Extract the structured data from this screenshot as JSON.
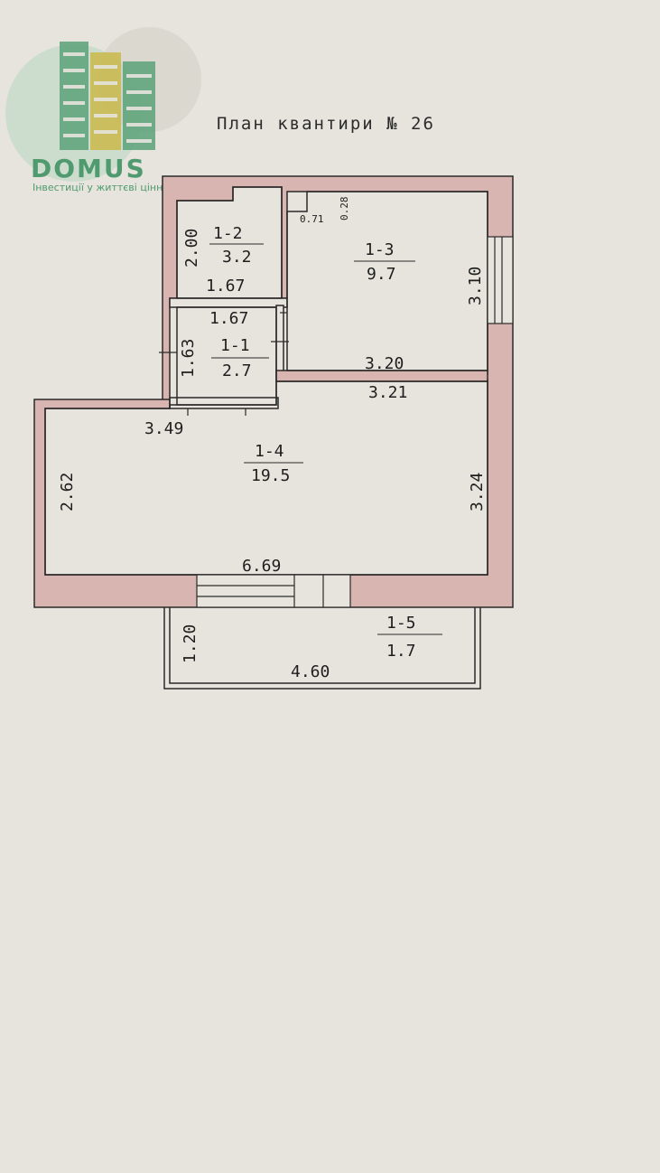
{
  "title": "План квантири № 26",
  "logo": {
    "brand": "DOMUS",
    "tagline": "Інвестиції у життєві цінності"
  },
  "rooms": [
    {
      "id": "1-1",
      "area": "2.7"
    },
    {
      "id": "1-2",
      "area": "3.2"
    },
    {
      "id": "1-3",
      "area": "9.7"
    },
    {
      "id": "1-4",
      "area": "19.5"
    },
    {
      "id": "1-5",
      "area": "1.7"
    }
  ],
  "dimensions": {
    "r12_height": "2.00",
    "r12_width": "1.67",
    "r11_width": "1.67",
    "r11_height": "1.63",
    "r13_offset_a": "0.71",
    "r13_offset_b": "0.28",
    "r13_height": "3.10",
    "r13_width": "3.20",
    "r14_top_right": "3.21",
    "r14_top_left": "3.49",
    "r14_left": "2.62",
    "r14_right": "3.24",
    "r14_bottom": "6.69",
    "r15_height": "1.20",
    "r15_width": "4.60"
  },
  "colors": {
    "paper": "#e6e4dd",
    "wall": "#d9b5b1",
    "line": "#2a2a2a",
    "logo_green": "#5aa278",
    "logo_yellow": "#c9b94a"
  }
}
